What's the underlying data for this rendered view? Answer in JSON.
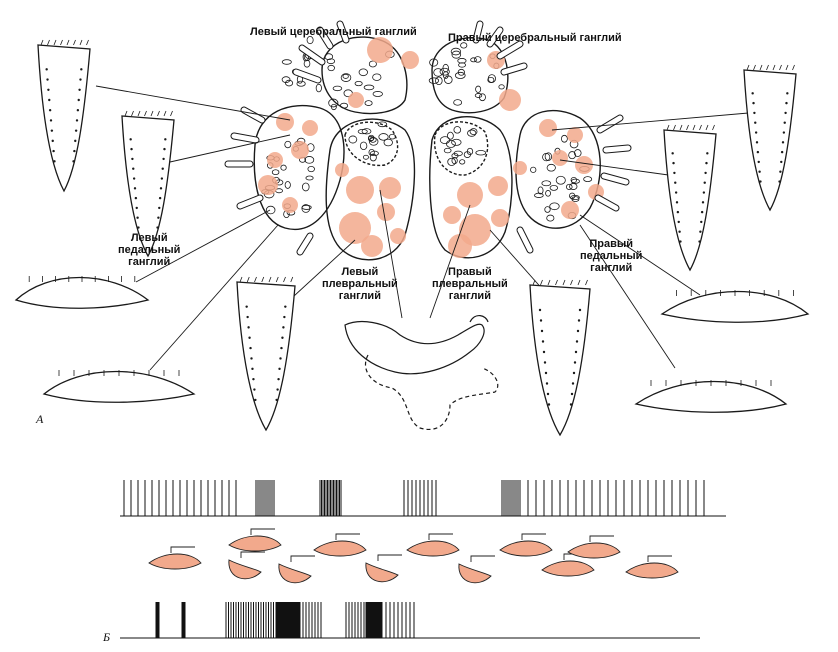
{
  "labels": {
    "left_cerebral": "Левый церебральный ганглий",
    "right_cerebral": "Правый церебральный ганглий",
    "left_pedal": [
      "Левый",
      "педальный",
      "ганглий"
    ],
    "right_pedal": [
      "Правый",
      "педальный",
      "ганглий"
    ],
    "left_pleural": [
      "Левый",
      "плевральный",
      "ганглий"
    ],
    "right_pleural": [
      "Правый",
      "плевральный",
      "ганглий"
    ]
  },
  "panels": {
    "a": "А",
    "b": "Б"
  },
  "colors": {
    "cell": "#f2a98c",
    "ink": "#1a1a1a",
    "background": "#ffffff"
  }
}
